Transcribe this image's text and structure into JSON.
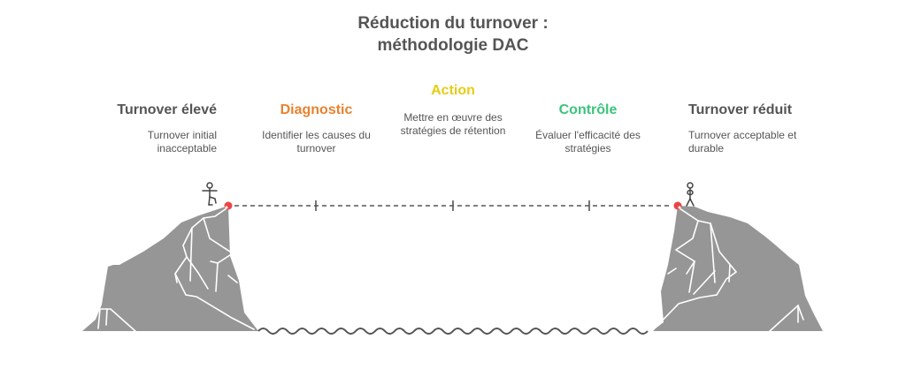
{
  "title": {
    "line1": "Réduction du turnover :",
    "line2": "méthodologie DAC"
  },
  "stages": [
    {
      "id": "start",
      "title": "Turnover élevé",
      "description": "Turnover initial inacceptable",
      "color": "#555555"
    },
    {
      "id": "diagnostic",
      "title": "Diagnostic",
      "description": "Identifier les causes du turnover",
      "color": "#E8822F"
    },
    {
      "id": "action",
      "title": "Action",
      "description": "Mettre en œuvre des stratégies de rétention",
      "color": "#E6CC17"
    },
    {
      "id": "controle",
      "title": "Contrôle",
      "description": "Évaluer l'efficacité des stratégies",
      "color": "#3CC47C"
    },
    {
      "id": "end",
      "title": "Turnover réduit",
      "description": "Turnover acceptable et durable",
      "color": "#555555"
    }
  ],
  "colors": {
    "rock": "#969696",
    "rock_lines": "#ffffff",
    "line": "#555555",
    "marker": "#E84545",
    "water": "#555555",
    "text": "#555555"
  },
  "icons": {
    "left_figure": "stick-figure-walking-icon",
    "right_figure": "stick-figure-standing-icon",
    "left_cliff": "cliff-left-icon",
    "right_cliff": "cliff-right-icon",
    "water": "wave-water-icon"
  }
}
